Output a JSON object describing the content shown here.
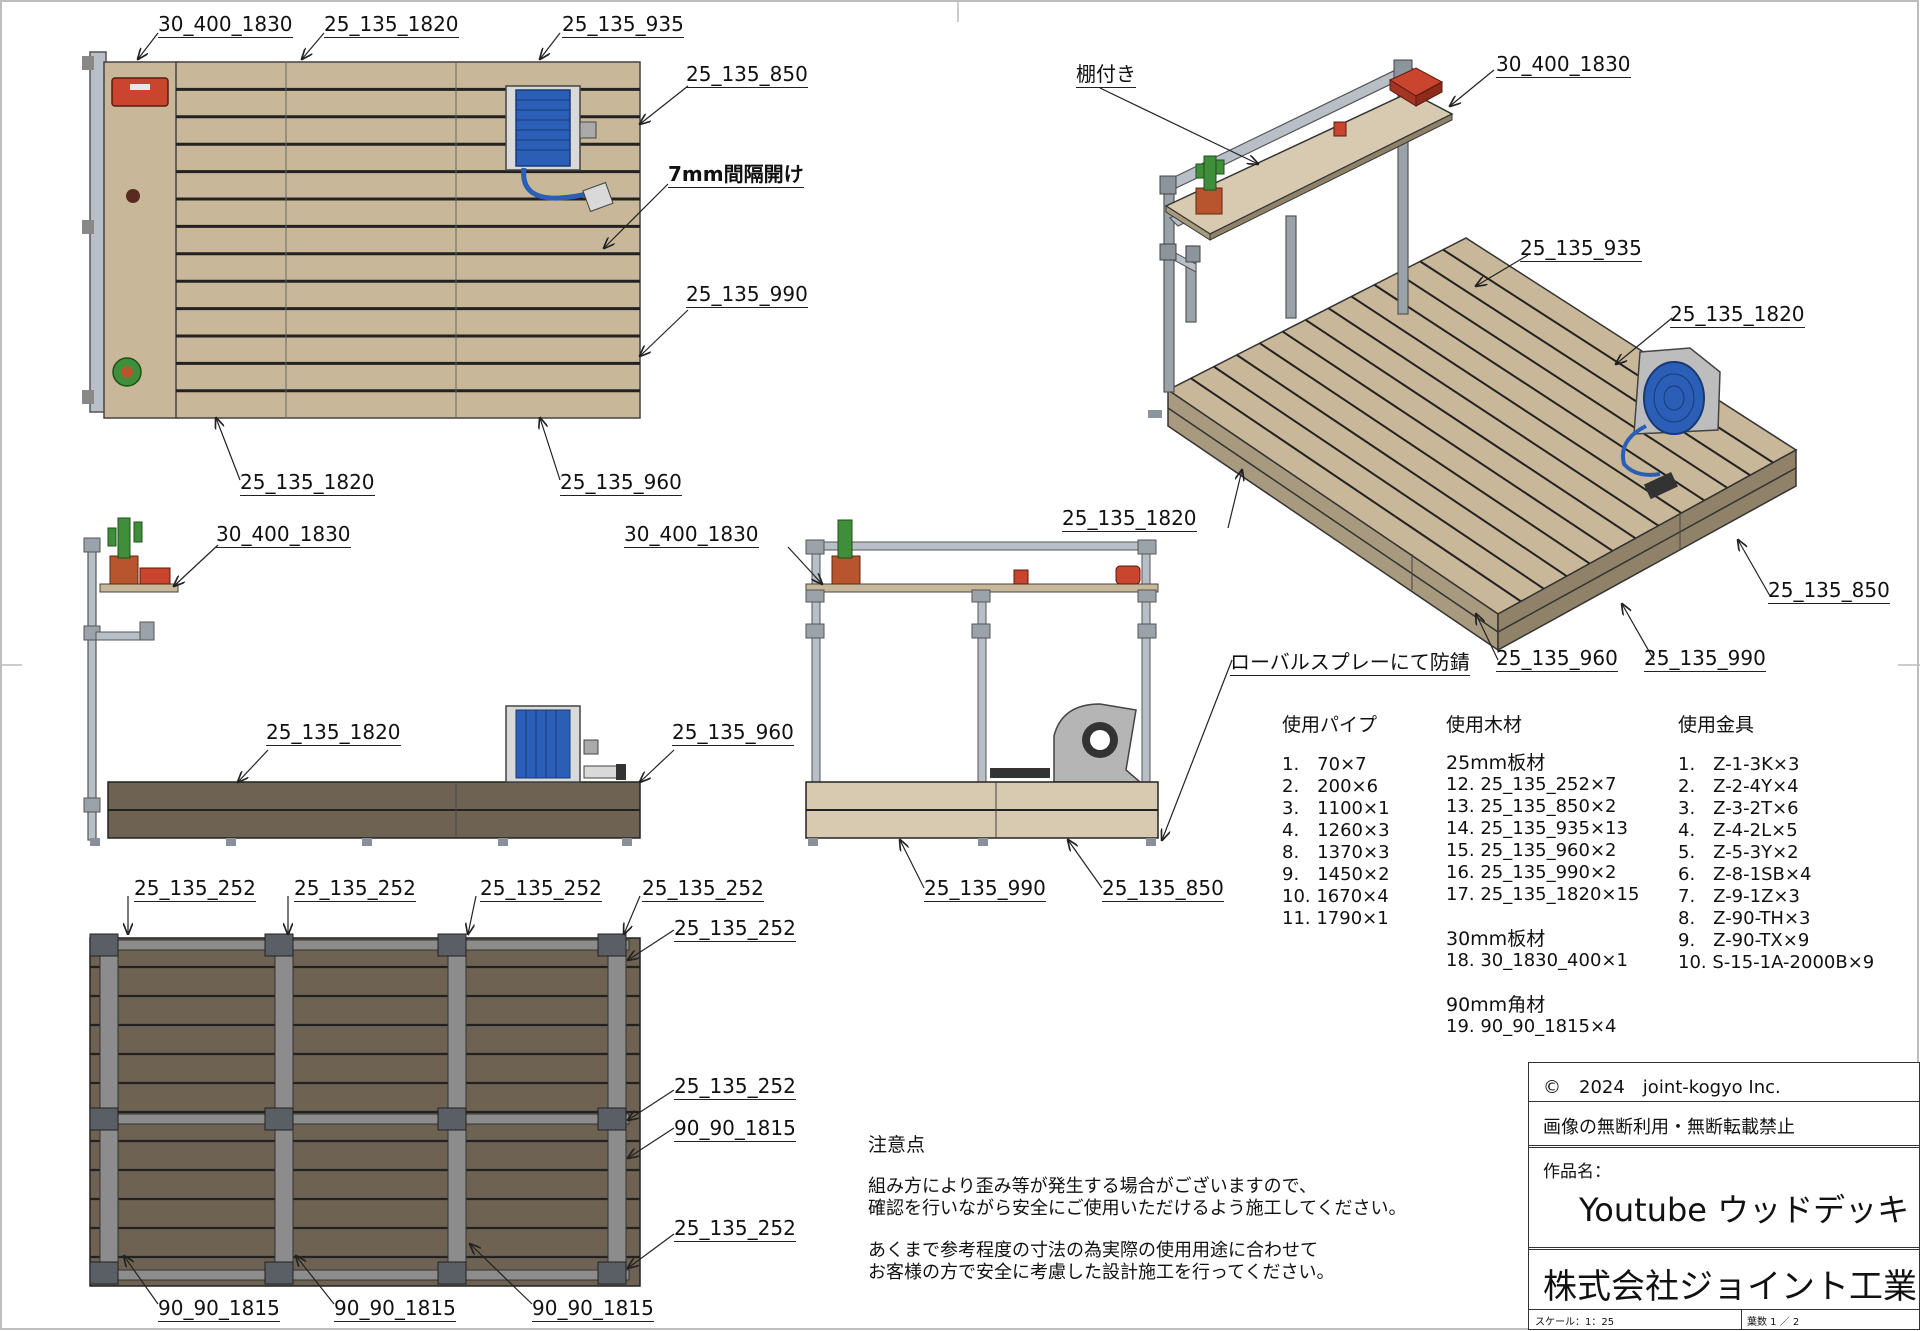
{
  "labels": {
    "top_left_board": "30_400_1830",
    "top_deck_1820": "25_135_1820",
    "top_deck_935": "25_135_935",
    "top_deck_850": "25_135_850",
    "gap_note": "7mm間隔開け",
    "top_deck_990": "25_135_990",
    "top_bottom_1820": "25_135_1820",
    "top_bottom_960": "25_135_960",
    "side_shelf": "30_400_1830",
    "side_deck_1820": "25_135_1820",
    "side_deck_960": "25_135_960",
    "front_shelf": "30_400_1830",
    "front_990": "25_135_990",
    "front_850": "25_135_850",
    "rust_note": "ローバルスプレーにて防錆",
    "iso_shelf_note": "棚付き",
    "iso_shelf": "30_400_1830",
    "iso_935": "25_135_935",
    "iso_1820_a": "25_135_1820",
    "iso_1820_b": "25_135_1820",
    "iso_850": "25_135_850",
    "iso_960": "25_135_960",
    "iso_990": "25_135_990",
    "bottom_252_a": "25_135_252",
    "bottom_252_b": "25_135_252",
    "bottom_252_c": "25_135_252",
    "bottom_252_d": "25_135_252",
    "bottom_252_e": "25_135_252",
    "bottom_252_f": "25_135_252",
    "bottom_1815_right": "90_90_1815",
    "bottom_252_g": "25_135_252",
    "bottom_1815_a": "90_90_1815",
    "bottom_1815_b": "90_90_1815",
    "bottom_1815_c": "90_90_1815"
  },
  "parts": {
    "pipes_title": "使用パイプ",
    "pipes": [
      "1.　70×7",
      "2.　200×6",
      "3.　1100×1",
      "4.　1260×3",
      "8.　1370×3",
      "9.　1450×2",
      "10. 1670×4",
      "11. 1790×1"
    ],
    "wood_title": "使用木材",
    "wood_25_title": "25mm板材",
    "wood_25": [
      "12. 25_135_252×7",
      "13. 25_135_850×2",
      "14. 25_135_935×13",
      "15. 25_135_960×2",
      "16. 25_135_990×2",
      "17. 25_135_1820×15"
    ],
    "wood_30_title": "30mm板材",
    "wood_30": [
      "18. 30_1830_400×1"
    ],
    "wood_90_title": "90mm角材",
    "wood_90": [
      "19. 90_90_1815×4"
    ],
    "metal_title": "使用金具",
    "metal": [
      "1.　Z-1-3K×3",
      "2.　Z-2-4Y×4",
      "3.　Z-3-2T×6",
      "4.　Z-4-2L×5",
      "5.　Z-5-3Y×2",
      "6.　Z-8-1SB×4",
      "7.　Z-9-1Z×3",
      "8.　Z-90-TH×3",
      "9.　Z-90-TX×9",
      "10. S-15-1A-2000B×9"
    ]
  },
  "caution": {
    "title": "注意点",
    "line1": "組み方により歪み等が発生する場合がございますので、",
    "line2": "確認を行いながら安全にご使用いただけるよう施工してください。",
    "line3": "あくまで参考程度の寸法の為実際の使用用途に合わせて",
    "line4": "お客様の方で安全に考慮した設計施工を行ってください。"
  },
  "title_block": {
    "copyright": "©　2024　joint-kogyo Inc.",
    "notice": "画像の無断利用・無断転載禁止",
    "work_label": "作品名：",
    "work_name": "Youtube ウッドデッキ",
    "company": "株式会社ジョイント工業",
    "scale": "スケール：1：25",
    "sheet": "葉数 1 ／ 2"
  },
  "colors": {
    "deck": "#c8b899",
    "deck_dark": "#6e6352",
    "pipe": "#a9b0b8",
    "hose": "#2b5fb7",
    "toolbox": "#c9452e",
    "plant": "#3f8f3a"
  }
}
